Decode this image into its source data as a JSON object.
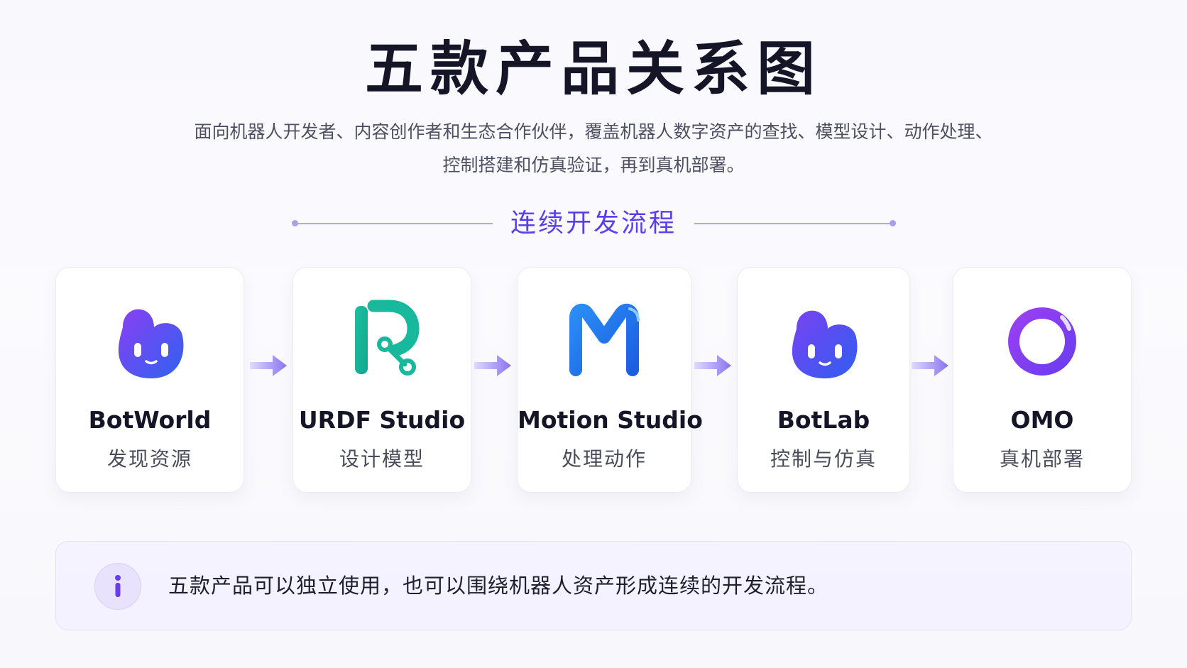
{
  "title": "五款产品关系图",
  "subtitle": {
    "line1": "面向机器人开发者、内容创作者和生态合作伙伴，覆盖机器人数字资产的查找、模型设计、动作处理、",
    "line2": "控制搭建和仿真验证，再到真机部署。"
  },
  "flow": {
    "label": "连续开发流程"
  },
  "products": [
    {
      "name": "BotWorld",
      "role": "发现资源",
      "icon": "botworld-mascot-icon"
    },
    {
      "name": "URDF Studio",
      "role": "设计模型",
      "icon": "urdf-studio-r-icon"
    },
    {
      "name": "Motion Studio",
      "role": "处理动作",
      "icon": "motion-studio-m-icon"
    },
    {
      "name": "BotLab",
      "role": "控制与仿真",
      "icon": "botlab-mascot-icon"
    },
    {
      "name": "OMO",
      "role": "真机部署",
      "icon": "omo-ring-icon"
    }
  ],
  "note": {
    "icon": "info-icon",
    "text": "五款产品可以独立使用，也可以围绕机器人资产形成连续的开发流程。"
  },
  "colors": {
    "accent": "#5b3ef0",
    "arrow_start": "#d7d0fb",
    "arrow_end": "#8a74f0",
    "teal": "#17b89c",
    "blue": "#1f6fe8",
    "violet": "#7b3ff2"
  }
}
